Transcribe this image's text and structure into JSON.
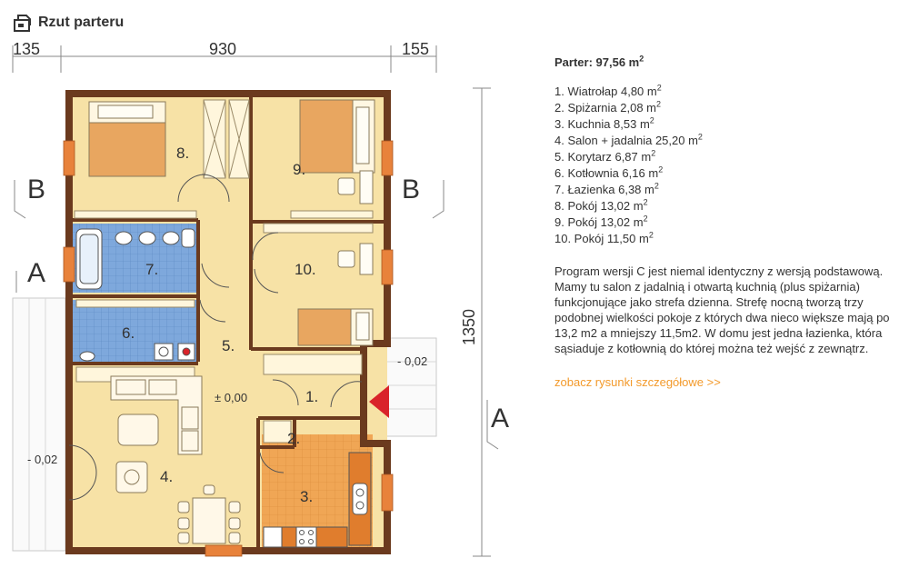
{
  "header": {
    "title": "Rzut parteru",
    "icon": "floor-plan-icon"
  },
  "dimensions": {
    "left": "135",
    "middle": "930",
    "right": "155",
    "height": "1350"
  },
  "section_markers": {
    "a": "A",
    "b": "B"
  },
  "levels": {
    "main": "± 0,00",
    "entrance": "- 0,02",
    "terrace": "- 0,02"
  },
  "room_numbers": [
    "1.",
    "2.",
    "3.",
    "4.",
    "5.",
    "6.",
    "7.",
    "8.",
    "9.",
    "10."
  ],
  "info": {
    "floor_title": "Parter: 97,56 m",
    "floor_unit_sup": "2",
    "rooms": [
      {
        "label": "1. Wiatrołap 4,80 m",
        "sup": "2"
      },
      {
        "label": "2. Spiżarnia 2,08 m",
        "sup": "2"
      },
      {
        "label": "3. Kuchnia 8,53 m",
        "sup": "2"
      },
      {
        "label": "4. Salon + jadalnia 25,20 m",
        "sup": "2"
      },
      {
        "label": "5. Korytarz 6,87 m",
        "sup": "2"
      },
      {
        "label": "6. Kotłownia 6,16 m",
        "sup": "2"
      },
      {
        "label": "7. Łazienka 6,38 m",
        "sup": "2"
      },
      {
        "label": "8. Pokój 13,02 m",
        "sup": "2"
      },
      {
        "label": "9. Pokój 13,02 m",
        "sup": "2"
      },
      {
        "label": "10. Pokój 11,50 m",
        "sup": "2"
      }
    ],
    "description": "Program wersji C jest niemal identyczny z wersją podstawową. Mamy tu salon z jadalnią i otwartą kuchnią (plus spiżarnia) funkcjonujące jako strefa dzienna. Strefę nocną tworzą trzy podobnej wielkości pokoje z których dwa nieco większe mają po 13,2 m2 a mniejszy 11,5m2. W domu jest jedna łazienka, która sąsiaduje z kotłownią do której można też wejść z zewnątrz.",
    "link": "zobacz rysunki szczegółowe >>"
  },
  "colors": {
    "wall": "#6b3a1e",
    "floor": "#f7e2a6",
    "tile_blue": "#7ea8dc",
    "tile_orange": "#f0a655",
    "window": "#e8823b",
    "accent_link": "#f39a2b",
    "entrance_arrow": "#d9232a"
  }
}
